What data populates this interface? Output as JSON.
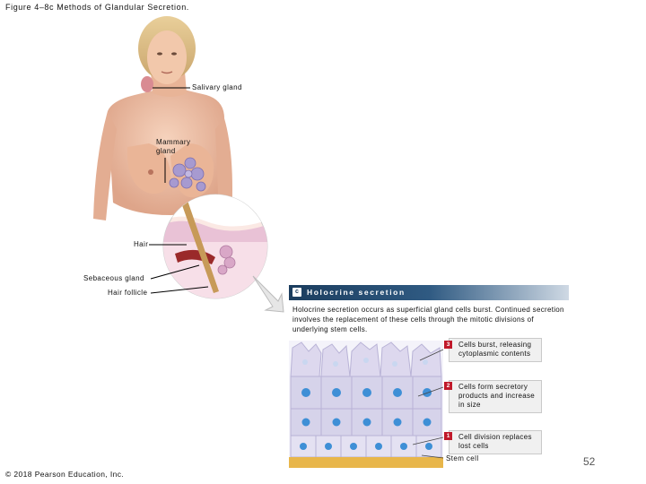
{
  "figure_title": "Figure 4–8c Methods of Glandular Secretion.",
  "labels": {
    "salivary": "Salivary gland",
    "mammary": "Mammary\ngland",
    "hair": "Hair",
    "sebaceous": "Sebaceous gland",
    "hair_follicle": "Hair follicle",
    "stem_cell": "Stem cell"
  },
  "panel": {
    "letter": "c",
    "title": "Holocrine secretion",
    "description": "Holocrine secretion occurs as superficial gland cells burst. Continued secretion involves the replacement of these cells through the mitotic divisions of underlying stem cells."
  },
  "steps": [
    {
      "number": "3",
      "text": "Cells burst, releasing cytoplasmic contents"
    },
    {
      "number": "2",
      "text": "Cells form secretory products and increase in size"
    },
    {
      "number": "1",
      "text": "Cell division replaces lost cells"
    }
  ],
  "copyright": "© 2018 Pearson Education, Inc.",
  "page_number": "52",
  "colors": {
    "skin": "#f1c7ad",
    "skin_shade": "#dca487",
    "gland": "#a79ad0",
    "banner": "#1b3d5e",
    "step_number": "#c0182a",
    "cell": "#d6d3ea",
    "nucleus": "#3e8fd6"
  }
}
